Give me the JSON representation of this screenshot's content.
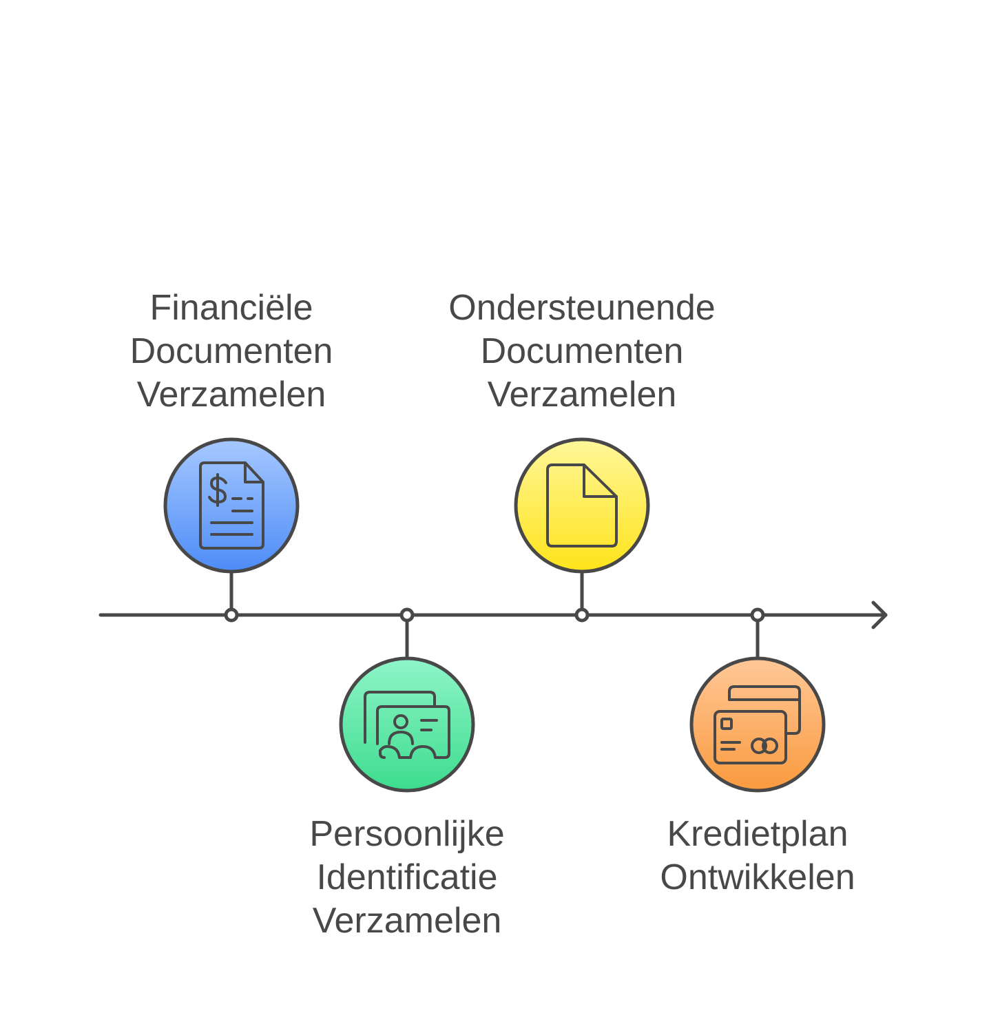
{
  "steps": [
    {
      "lines": [
        "Financiële",
        "Documenten",
        "Verzamelen"
      ],
      "icon": "financial-document-icon",
      "color_top": "#a6c8ff",
      "color_bottom": "#4d8cf7"
    },
    {
      "lines": [
        "Persoonlijke",
        "Identificatie",
        "Verzamelen"
      ],
      "icon": "id-card-icon",
      "color_top": "#8ff5c8",
      "color_bottom": "#3ddc8e"
    },
    {
      "lines": [
        "Ondersteunende",
        "Documenten",
        "Verzamelen"
      ],
      "icon": "document-icon",
      "color_top": "#fff79a",
      "color_bottom": "#ffe31a"
    },
    {
      "lines": [
        "Kredietplan",
        "Ontwikkelen"
      ],
      "icon": "credit-cards-icon",
      "color_top": "#ffc898",
      "color_bottom": "#fa9a3e"
    }
  ],
  "colors": {
    "stroke": "#484848"
  }
}
